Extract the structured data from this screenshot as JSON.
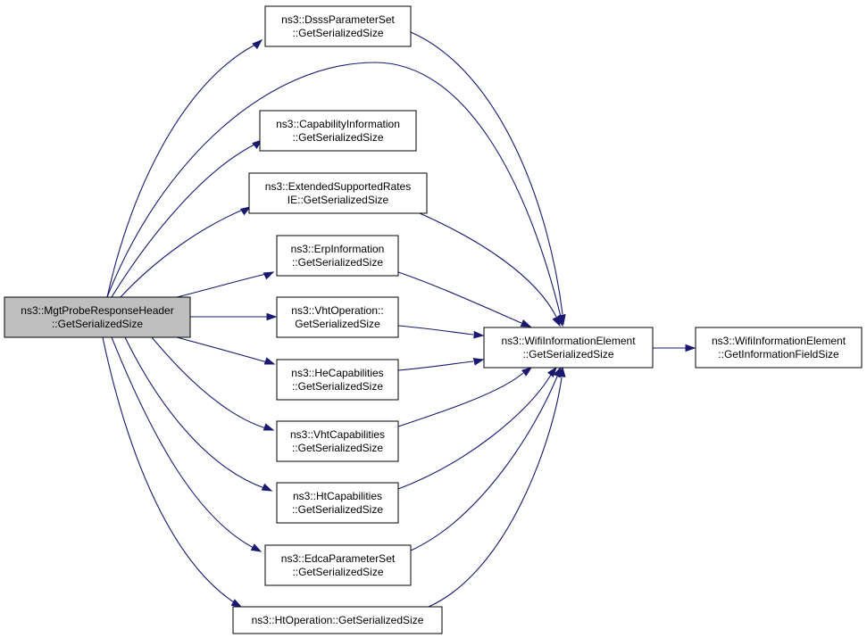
{
  "graph": {
    "colors": {
      "node_fill": "#ffffff",
      "root_fill": "#bfbfbf",
      "edge": "#191970",
      "border": "#000000",
      "text": "#000000"
    },
    "nodes": [
      {
        "id": "root",
        "lines": [
          "ns3::MgtProbeResponseHeader",
          "::GetSerializedSize"
        ],
        "highlighted": true
      },
      {
        "id": "dsss",
        "lines": [
          "ns3::DsssParameterSet",
          "::GetSerializedSize"
        ]
      },
      {
        "id": "capinfo",
        "lines": [
          "ns3::CapabilityInformation",
          "::GetSerializedSize"
        ]
      },
      {
        "id": "extrates",
        "lines": [
          "ns3::ExtendedSupportedRates",
          "IE::GetSerializedSize"
        ]
      },
      {
        "id": "erp",
        "lines": [
          "ns3::ErpInformation",
          "::GetSerializedSize"
        ]
      },
      {
        "id": "vhtop",
        "lines": [
          "ns3::VhtOperation::",
          "GetSerializedSize"
        ]
      },
      {
        "id": "hecap",
        "lines": [
          "ns3::HeCapabilities",
          "::GetSerializedSize"
        ]
      },
      {
        "id": "vhtcap",
        "lines": [
          "ns3::VhtCapabilities",
          "::GetSerializedSize"
        ]
      },
      {
        "id": "htcap",
        "lines": [
          "ns3::HtCapabilities",
          "::GetSerializedSize"
        ]
      },
      {
        "id": "edca",
        "lines": [
          "ns3::EdcaParameterSet",
          "::GetSerializedSize"
        ]
      },
      {
        "id": "htop",
        "lines": [
          "ns3::HtOperation::GetSerializedSize"
        ]
      },
      {
        "id": "wie",
        "lines": [
          "ns3::WifiInformationElement",
          "::GetSerializedSize"
        ]
      },
      {
        "id": "wiefield",
        "lines": [
          "ns3::WifiInformationElement",
          "::GetInformationFieldSize"
        ]
      }
    ],
    "edges": [
      {
        "from": "root",
        "to": "dsss"
      },
      {
        "from": "root",
        "to": "wie"
      },
      {
        "from": "root",
        "to": "capinfo"
      },
      {
        "from": "root",
        "to": "extrates"
      },
      {
        "from": "root",
        "to": "erp"
      },
      {
        "from": "root",
        "to": "vhtop"
      },
      {
        "from": "root",
        "to": "hecap"
      },
      {
        "from": "root",
        "to": "vhtcap"
      },
      {
        "from": "root",
        "to": "htcap"
      },
      {
        "from": "root",
        "to": "edca"
      },
      {
        "from": "root",
        "to": "htop"
      },
      {
        "from": "dsss",
        "to": "wie"
      },
      {
        "from": "extrates",
        "to": "wie"
      },
      {
        "from": "erp",
        "to": "wie"
      },
      {
        "from": "vhtop",
        "to": "wie"
      },
      {
        "from": "hecap",
        "to": "wie"
      },
      {
        "from": "vhtcap",
        "to": "wie"
      },
      {
        "from": "htcap",
        "to": "wie"
      },
      {
        "from": "edca",
        "to": "wie"
      },
      {
        "from": "htop",
        "to": "wie"
      },
      {
        "from": "wie",
        "to": "wiefield"
      }
    ]
  }
}
